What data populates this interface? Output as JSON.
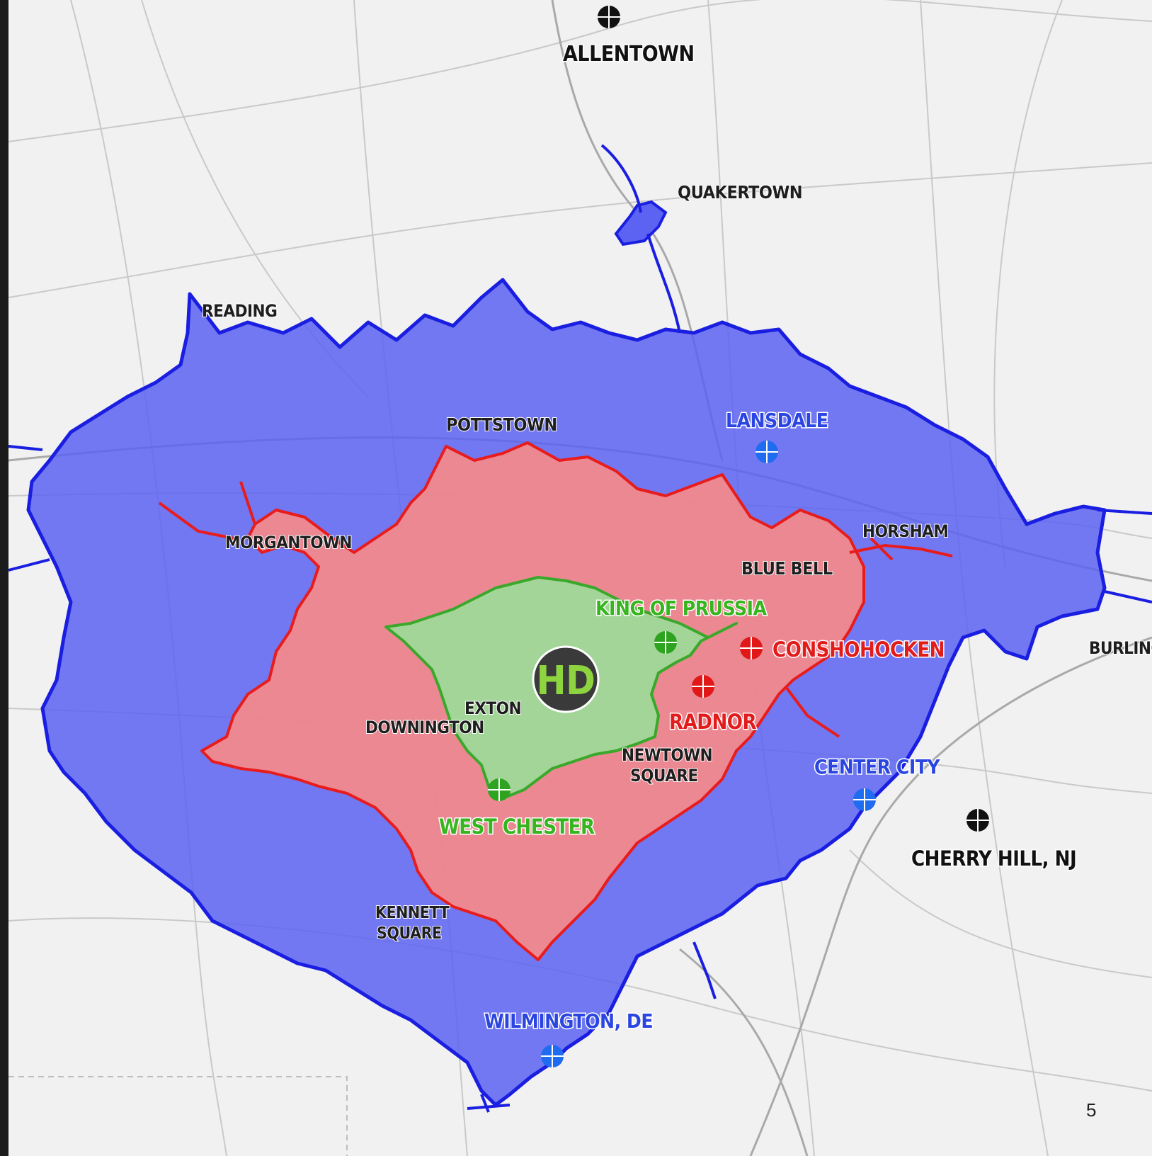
{
  "map": {
    "colors": {
      "outer_zone": "#5c62f2",
      "outer_border": "#1a1ee0",
      "middle_zone": "#f58a8a",
      "middle_border": "#e81c1c",
      "inner_zone": "#9fd99a",
      "inner_border": "#3aa82a",
      "logo_bg": "#3a3a3a",
      "logo_letters": "#8dd43f"
    },
    "logo": {
      "letters": "HD",
      "icon": "hd-logo-icon"
    },
    "labels": {
      "allentown": "ALLENTOWN",
      "quakertown": "QUAKERTOWN",
      "reading": "READING",
      "pottstown": "POTTSTOWN",
      "lansdale": "LANSDALE",
      "morgantown": "MORGANTOWN",
      "horsham": "HORSHAM",
      "blue_bell": "BLUE BELL",
      "king_of_prussia": "KING OF PRUSSIA",
      "conshohocken": "CONSHOHOCKEN",
      "burlington": "BURLINGT",
      "radnor": "RADNOR",
      "exton": "EXTON",
      "downington": "DOWNINGTON",
      "newtown_square_1": "NEWTOWN",
      "newtown_square_2": "SQUARE",
      "center_city": "CENTER CITY",
      "west_chester": "WEST CHESTER",
      "cherry_hill": "CHERRY HILL, NJ",
      "kennett_square_1": "KENNETT",
      "kennett_square_2": "SQUARE",
      "wilmington": "WILMINGTON, DE"
    },
    "page_number": "5"
  }
}
